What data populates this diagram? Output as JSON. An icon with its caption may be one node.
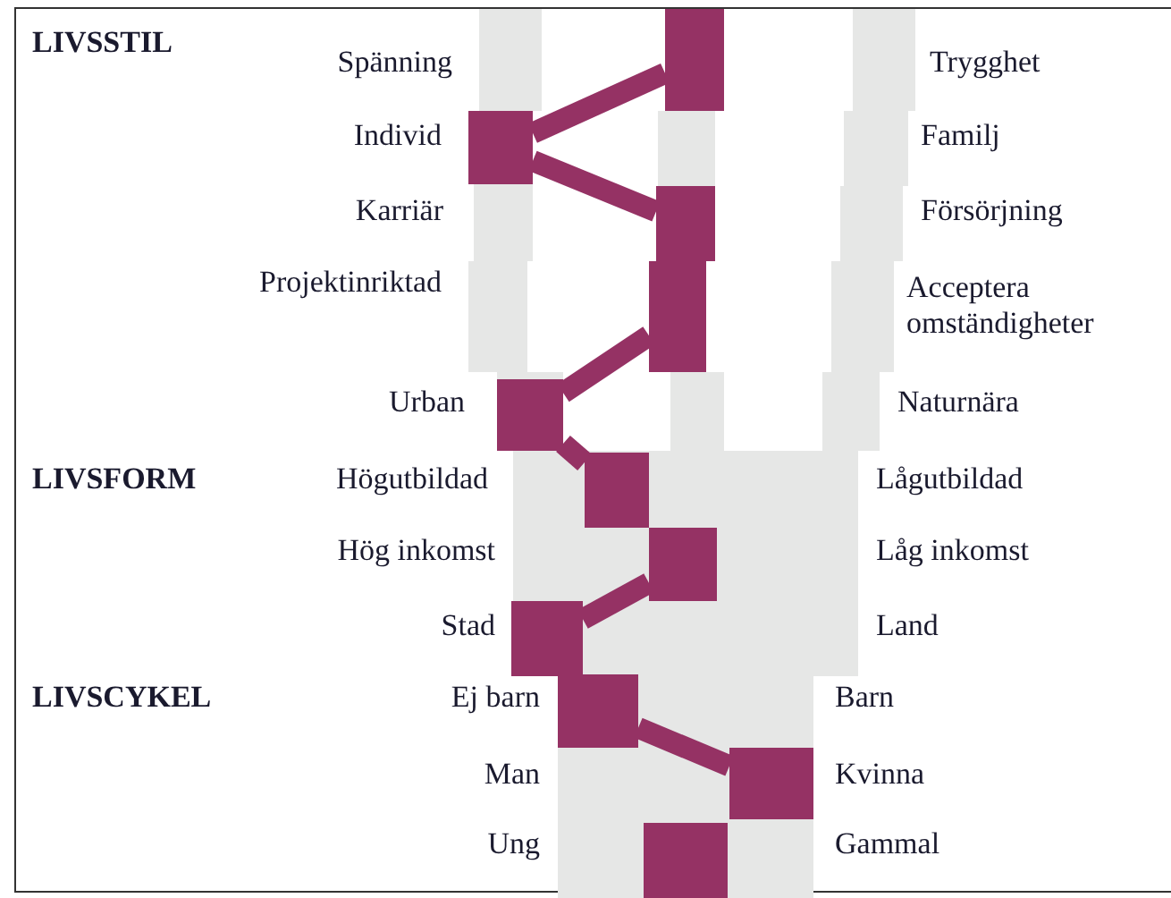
{
  "diagram": {
    "nodes": [
      {
        "text": [],
        "shape": "box"
      },
      {
        "text": [],
        "shape": "box"
      },
      {
        "text": [],
        "shape": "box"
      },
      {
        "text": [],
        "shape": "box"
      },
      {
        "text": [],
        "shape": "box"
      },
      {
        "text": [],
        "shape": "box"
      },
      {
        "text": [],
        "shape": "box"
      },
      {
        "text": [],
        "shape": "box"
      },
      {
        "text": [],
        "shape": "box"
      },
      {
        "text": [],
        "shape": "box"
      },
      {
        "text": [],
        "shape": "box"
      }
    ],
    "edges": [
      {
        "from": 0,
        "to": 1,
        "arrow": "none"
      },
      {
        "from": 1,
        "to": 2,
        "arrow": "none"
      },
      {
        "from": 3,
        "to": 4,
        "arrow": "none"
      },
      {
        "from": 4,
        "to": 5,
        "arrow": "none"
      },
      {
        "from": 6,
        "to": 7,
        "arrow": "none"
      },
      {
        "from": 8,
        "to": 9,
        "arrow": "none"
      }
    ],
    "labels": [
      "LIVSSTIL",
      "Spänning",
      "Trygghet",
      "Individ",
      "Familj",
      "Karriär",
      "Försörjning",
      "Projektinriktad",
      "Acceptera omständigheter",
      "Urban",
      "Naturnära",
      "LIVSFORM",
      "Högutbildad",
      "Lågutbildad",
      "Hög inkomst",
      "Låg inkomst",
      "Stad",
      "Land",
      "LIVSCYKEL",
      "Ej barn",
      "Barn",
      "Man",
      "Kvinna",
      "Ung",
      "Gammal"
    ]
  }
}
